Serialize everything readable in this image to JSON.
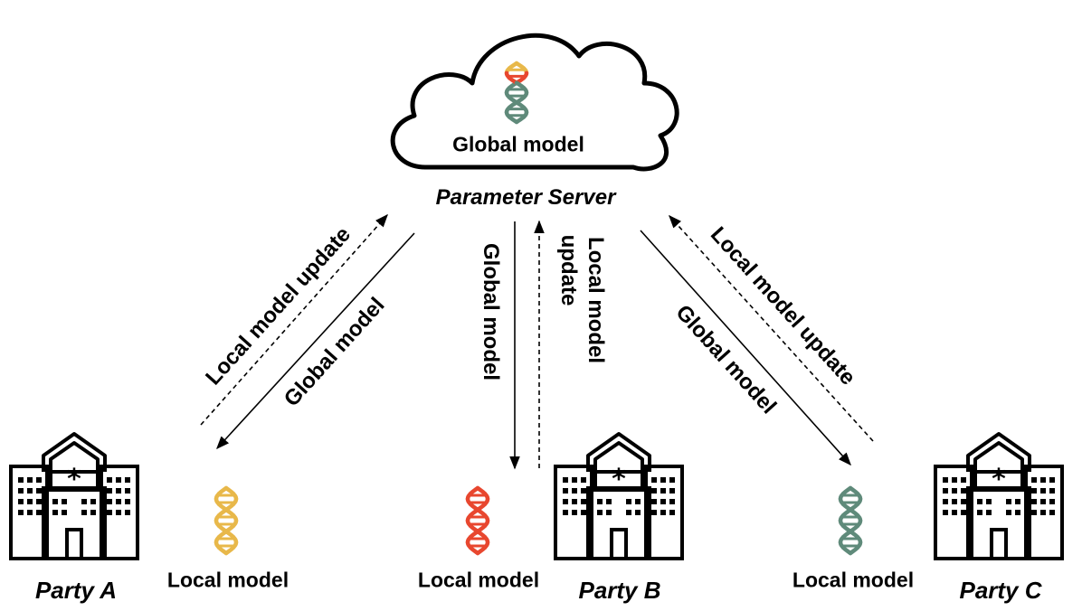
{
  "server": {
    "cloud_label": "Global model",
    "caption": "Parameter Server"
  },
  "parties": [
    {
      "name": "Party A",
      "local_label": "Local model",
      "dna_color": "#E8B84A"
    },
    {
      "name": "Party B",
      "local_label": "Local model",
      "dna_color": "#E8472F"
    },
    {
      "name": "Party C",
      "local_label": "Local model",
      "dna_color": "#5F8A7A"
    }
  ],
  "edges": {
    "a_update": "Local model update",
    "a_global": "Global model",
    "b_global": "Global model",
    "b_update_line1": "Local model",
    "b_update_line2": "update",
    "c_global": "Global model",
    "c_update": "Local model update"
  },
  "colors": {
    "global_dna_top": "#E8B84A",
    "global_dna_mid": "#E8472F",
    "global_dna_bottom": "#5F8A7A"
  }
}
